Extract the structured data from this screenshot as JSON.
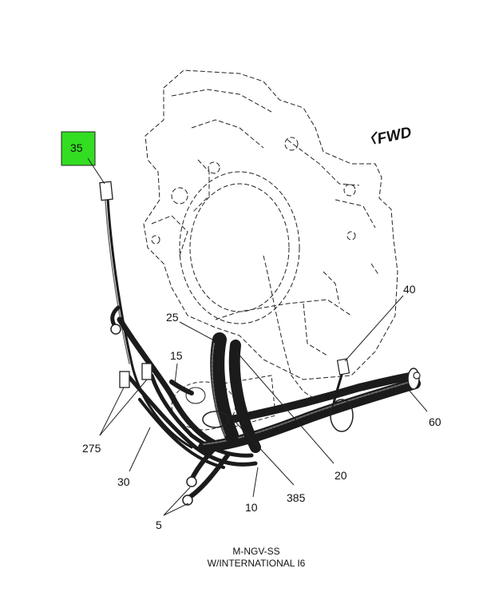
{
  "direction_label": "FWD",
  "callouts": {
    "c35": "35",
    "c25": "25",
    "c15": "15",
    "c40": "40",
    "c275": "275",
    "c30": "30",
    "c60": "60",
    "c20": "20",
    "c385": "385",
    "c10": "10",
    "c5": "5"
  },
  "highlight_color": "#33dd22",
  "caption": {
    "line1": "M-NGV-SS",
    "line2": "W/INTERNATIONAL I6"
  }
}
